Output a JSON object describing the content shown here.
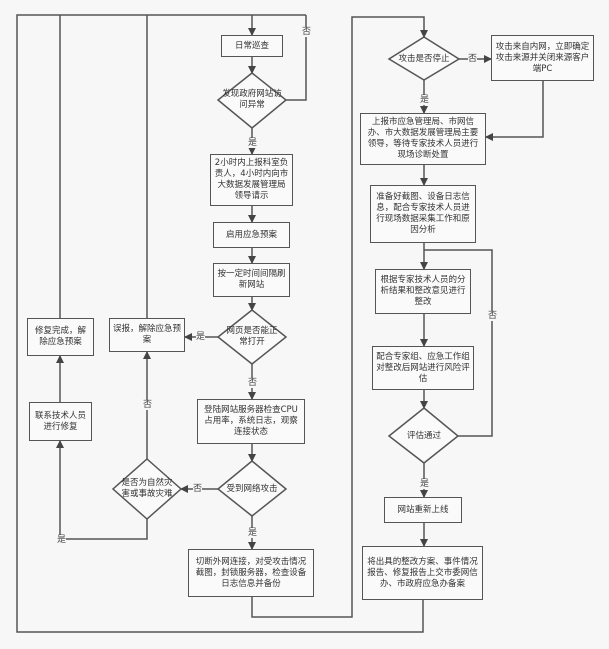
{
  "nodes": {
    "daily_check": "日常巡查",
    "detect_abnormal": "发现政府网站访问异常",
    "report_2h": "2小时内上报科室负责人，4小时内向市大数据发展管理局领导请示",
    "enable_plan": "启用应急预案",
    "refresh_site": "按一定时间间隔刷新网站",
    "page_opens": "网页是否能正常打开",
    "false_alarm": "误报，解除应急预案",
    "repair_done": "修复完成，解除应急预案",
    "contact_tech": "联系技术人员进行修复",
    "login_server": "登陆网站服务器检查CPU占用率，系统日志，观察连接状态",
    "network_attack": "受到网络攻击",
    "natural_disaster": "是否为自然灾害或事故灾难",
    "cut_network": "切断外网连接，对受攻击情况截图，封锁服务器，检查设备日志信息并备份",
    "attack_stopped": "攻击是否停止",
    "internal_attack": "攻击来自内网，立即确定攻击来源并关闭来源客户端PC",
    "report_leaders": "上报市应急管理局、市网信办、市大数据发展管理局主要领导，等待专家技术人员进行现场诊断处置",
    "prepare_data": "准备好截图、设备日志信息，配合专家技术人员进行现场数据采集工作和原因分析",
    "rectify": "根据专家技术人员的分析结果和整改意见进行整改",
    "risk_assess": "配合专家组、应急工作组对整改后网站进行风险评估",
    "assess_pass": "评估通过",
    "back_online": "网站重新上线",
    "submit_reports": "将出具的整改方案、事件情况报告、修复报告上交市委网信办、市政府应急办备案"
  },
  "labels": {
    "yes": "是",
    "no": "否"
  }
}
